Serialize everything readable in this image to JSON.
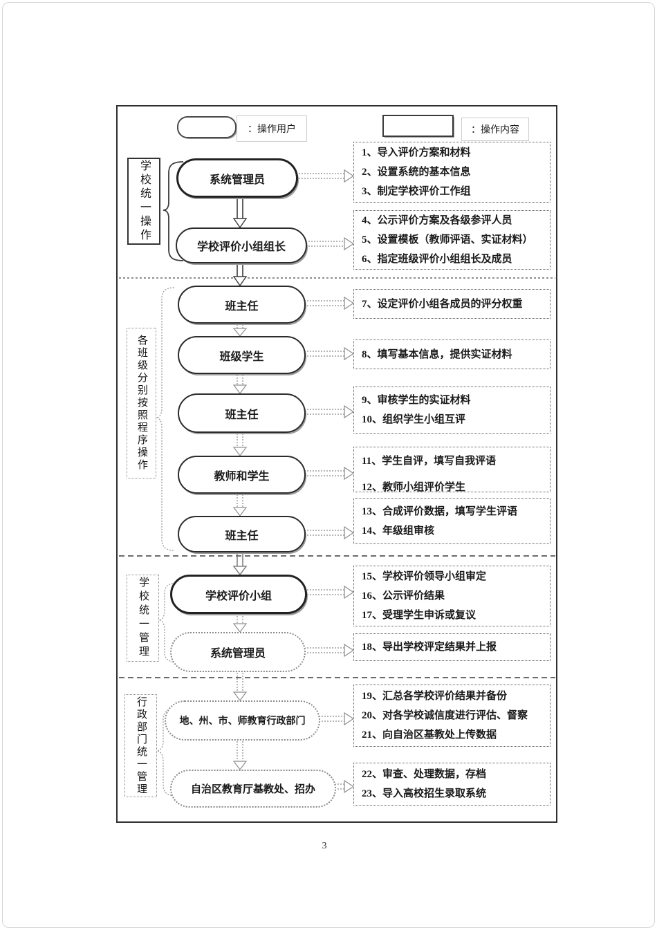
{
  "legend": {
    "user_label": "：操作用户",
    "content_label": "：操作内容"
  },
  "side_labels": [
    {
      "text": "学校统一操作"
    },
    {
      "text": "各班级分别按照程序操作"
    },
    {
      "text": "学校统一管理"
    },
    {
      "text": "行政部门统一管理"
    }
  ],
  "actors": [
    {
      "label": "系统管理员"
    },
    {
      "label": "学校评价小组组长"
    },
    {
      "label": "班主任"
    },
    {
      "label": "班级学生"
    },
    {
      "label": "班主任"
    },
    {
      "label": "教师和学生"
    },
    {
      "label": "班主任"
    },
    {
      "label": "学校评价小组"
    },
    {
      "label": "系统管理员"
    },
    {
      "label": "地、州、市、师教育行政部门"
    },
    {
      "label": "自治区教育厅基教处、招办"
    }
  ],
  "content_boxes": [
    {
      "items": [
        "1、导入评价方案和材料",
        "2、设置系统的基本信息",
        "3、制定学校评价工作组"
      ]
    },
    {
      "items": [
        "4、公示评价方案及各级参评人员",
        "5、设置模板（教师评语、实证材料）",
        "6、指定班级评价小组组长及成员"
      ]
    },
    {
      "items": [
        "7、设定评价小组各成员的评分权重"
      ]
    },
    {
      "items": [
        "8、填写基本信息，提供实证材料"
      ]
    },
    {
      "items": [
        "9、审核学生的实证材料",
        "10、组织学生小组互评"
      ]
    },
    {
      "items": [
        "11、学生自评，填写自我评语",
        "12、教师小组评价学生"
      ]
    },
    {
      "items": [
        "13、合成评价数据，填写学生评语",
        "14、年级组审核"
      ]
    },
    {
      "items": [
        "15、学校评价领导小组审定",
        "16、公示评价结果",
        "17、受理学生申诉或复议"
      ]
    },
    {
      "items": [
        "18、导出学校评定结果并上报"
      ]
    },
    {
      "items": [
        "19、汇总各学校评价结果并备份",
        "20、对各学校诚信度进行评估、督察",
        "21、向自治区基教处上传数据"
      ]
    },
    {
      "items": [
        "22、审查、处理数据，存档",
        "23、导入高校招生录取系统"
      ]
    }
  ],
  "page_number": "3",
  "colors": {
    "frame_border": "#2e2e2e",
    "dotted_border": "#8a8a8a",
    "arrow_dark": "#3a3a3a",
    "arrow_gray": "#8f8f8f"
  }
}
